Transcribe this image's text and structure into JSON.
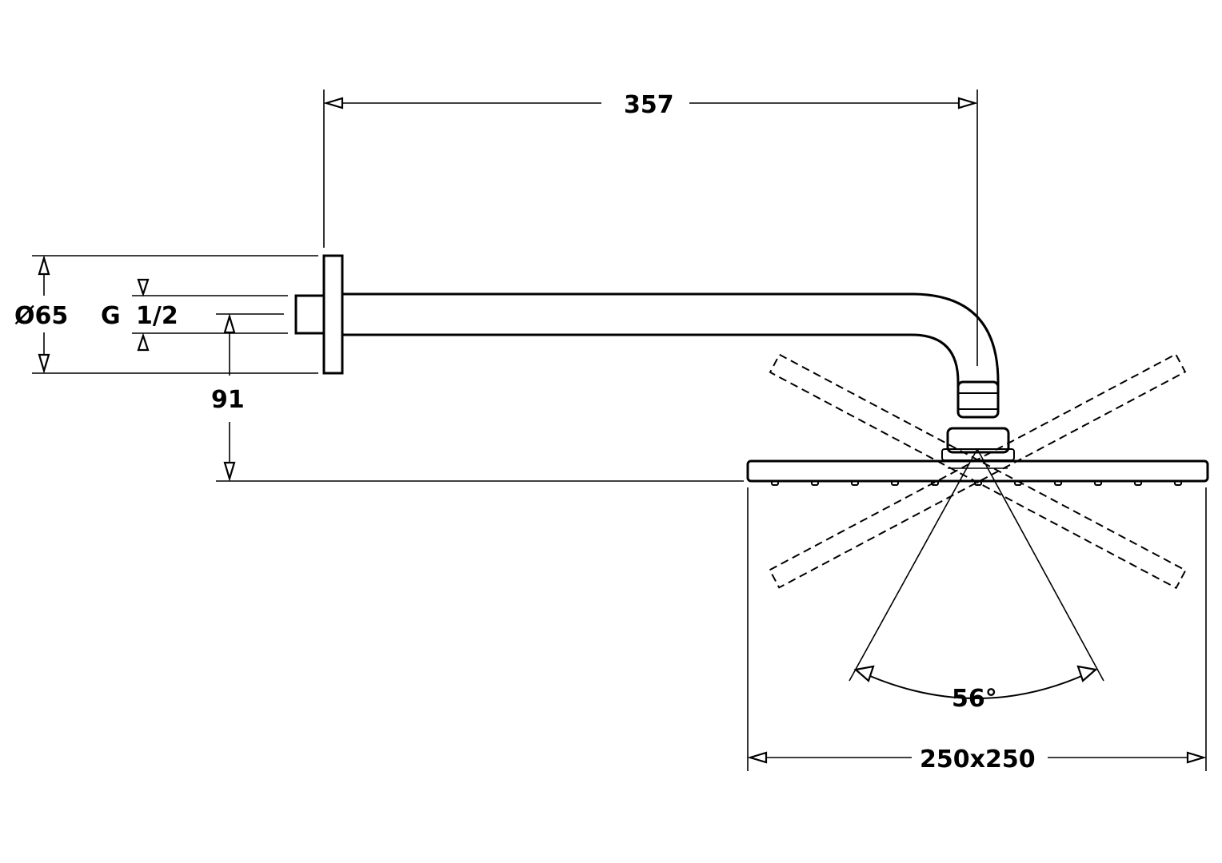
{
  "title": "",
  "dimensions": {
    "arm_length": "357",
    "flange_diameter": "Ø65",
    "thread_label": "G",
    "thread_size": "1/2",
    "arm_height": "91",
    "spray_angle": "56°",
    "head_size": "250x250"
  }
}
